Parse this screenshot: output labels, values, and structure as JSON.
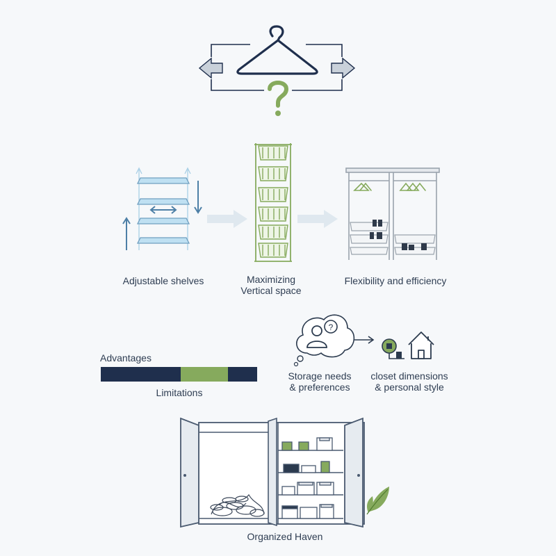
{
  "colors": {
    "navy": "#1f2f4d",
    "green": "#86aa5d",
    "light_blue": "#a8cfe6",
    "steel_blue": "#6f9fc0",
    "gray": "#9aa3ad",
    "background": "#f6f8fa"
  },
  "sections": {
    "top": {
      "icons": [
        "hanger-icon",
        "arrow-left-icon",
        "arrow-right-icon",
        "question-mark-icon"
      ]
    },
    "systems": [
      {
        "id": "adjustable",
        "label": "Adjustable shelves"
      },
      {
        "id": "vertical",
        "label_line1": "Maximizing",
        "label_line2": "Vertical space"
      },
      {
        "id": "flexible",
        "label": "Flexibility and efficiency"
      }
    ],
    "balance_bar": {
      "top_label": "Advantages",
      "bottom_label": "Limitations"
    },
    "consider": {
      "needs_line1": "Storage needs",
      "needs_line2": "& preferences",
      "dims_line1": "closet dimensions",
      "dims_line2": "& personal style"
    },
    "closet": {
      "label": "Organized Haven"
    }
  }
}
